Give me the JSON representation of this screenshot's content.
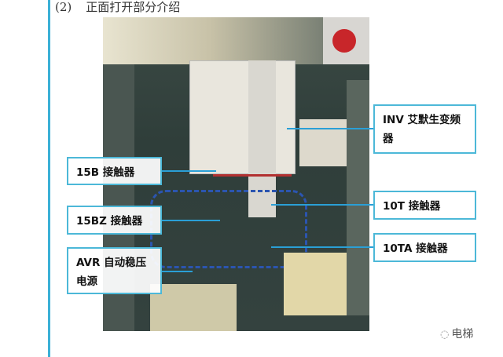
{
  "heading": {
    "number": "(2)",
    "title": "正面打开部分介绍"
  },
  "labels": {
    "inv": "INV 艾默生变频器",
    "b15": "15B 接触器",
    "bz15": "15BZ 接触器",
    "avr": "AVR  自动稳压电源",
    "t10": "10T 接触器",
    "ta10": "10TA 接触器"
  },
  "watermark": {
    "text": "电梯",
    "icon": "wechat-icon"
  }
}
